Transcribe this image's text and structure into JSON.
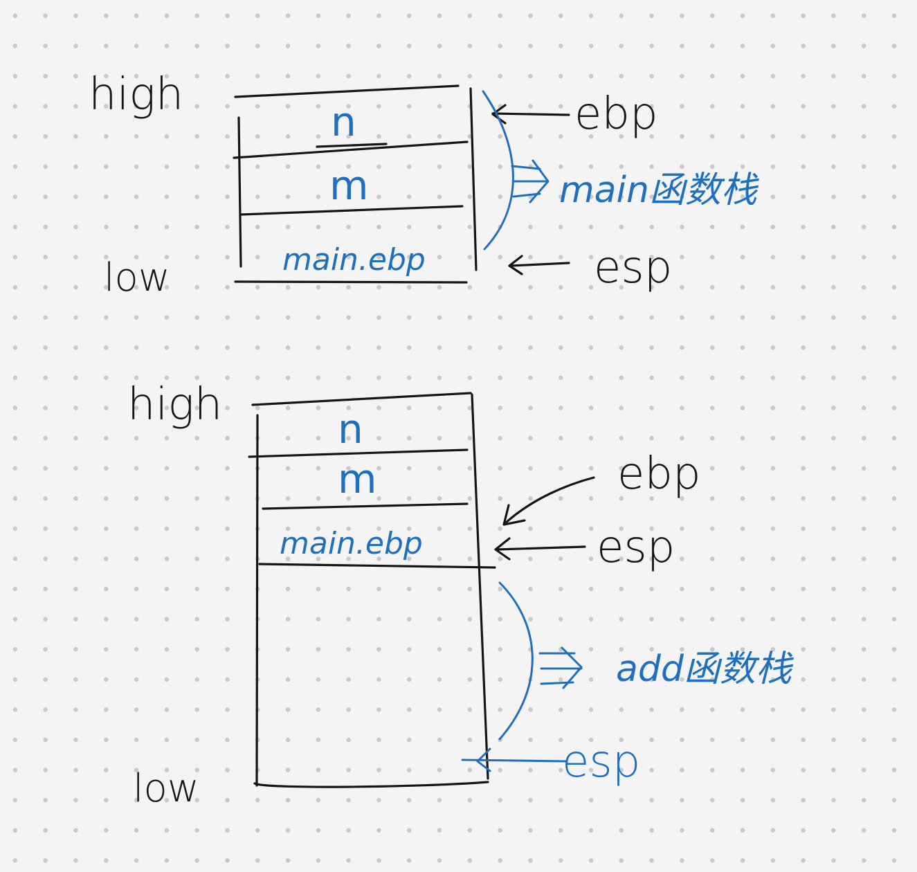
{
  "diagram_top": {
    "high_label": "high",
    "low_label": "low",
    "cells": [
      "n",
      "m",
      "main.ebp"
    ],
    "ebp_label": "ebp",
    "esp_label": "esp",
    "brace_label": "main函数栈"
  },
  "diagram_bottom": {
    "high_label": "high",
    "low_label": "low",
    "cells": [
      "n",
      "m",
      "main.ebp"
    ],
    "ebp_label": "ebp",
    "esp_label": "esp",
    "brace_label": "add函数栈",
    "esp_bottom_label": "esp"
  },
  "colors": {
    "ink": "#151515",
    "blue_ink": "#1f6fbf",
    "background": "#f4f4f4",
    "dot": "#c9c9c9"
  }
}
